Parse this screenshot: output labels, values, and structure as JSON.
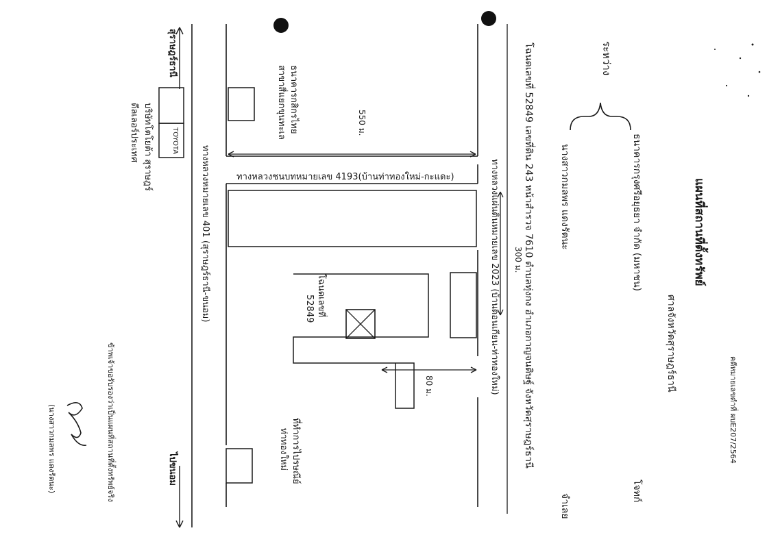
{
  "case_no": "คดีหมายเลขดำที่ ผบE207/2564",
  "court": "ศาลจังหวัดสุราษฎร์ธานี",
  "title": "แผนที่สถานที่ตั้งทรัพย์",
  "between_label": "ระหว่าง",
  "plaintiff_role": "โจทก์",
  "plaintiff": "ธนาคารกรุงศรีอยุธยา จำกัด (มหาชน)",
  "defendant_role": "จำเลย",
  "defendant": "นางสาวกมลพร แดงรัตนะ",
  "deed_info": "โฉนดเลขที่ 52849 เลขที่ดิน 243 หน้าสำรวจ 7610 ตำบลทุ่งกง อำเภอกาญจนดิษฐ์ จังหวัดสุราษฎร์ธานี",
  "map": {
    "road_rural": "ทางหลวงชนบทหมายเลข 4193(บ้านท่าทองใหม่-กะแดะ)",
    "road_2023": "ทางหลวงแผ่นดินหมายเลข 2023 (บ้านดอนเกียน-ท่าทองใหม่)",
    "road_401": "ทางหลวงหมายเลข 401 (สุราษฎร์ธานี-ขนอม)",
    "plot_label": "โฉนดเลขที่",
    "plot_no": "52849",
    "dist_550": "550 ม.",
    "dist_300": "300 ม.",
    "dist_80": "80 ม.",
    "landmark_kasikorn_1": "ธนาคารกสิกรไทย",
    "landmark_kasikorn_2": "สาขาสี่แยกขุนทะเล",
    "landmark_toyota_1": "บริษัทโตโยต้า สุราษฎร์",
    "landmark_toyota_2": "ดีลเลอร์ประเทศ",
    "toyota_box": "TOYOTA",
    "landmark_office_1": "ที่ทำการไปรษณีย์",
    "landmark_office_2": "ท่าทองใหม่",
    "to_surat": "สุราษฎร์ธานี",
    "to_khanom": "ไปขนอม"
  },
  "signature": "(นางสาวกมลพร แดงรัตนะ)",
  "certify": "ข้าพเจ้าขอรับรองว่าเป็นแผนที่สถานที่ตั้งทรัพย์จริง",
  "colors": {
    "ink": "#1a1a1a",
    "paper": "#ffffff"
  }
}
